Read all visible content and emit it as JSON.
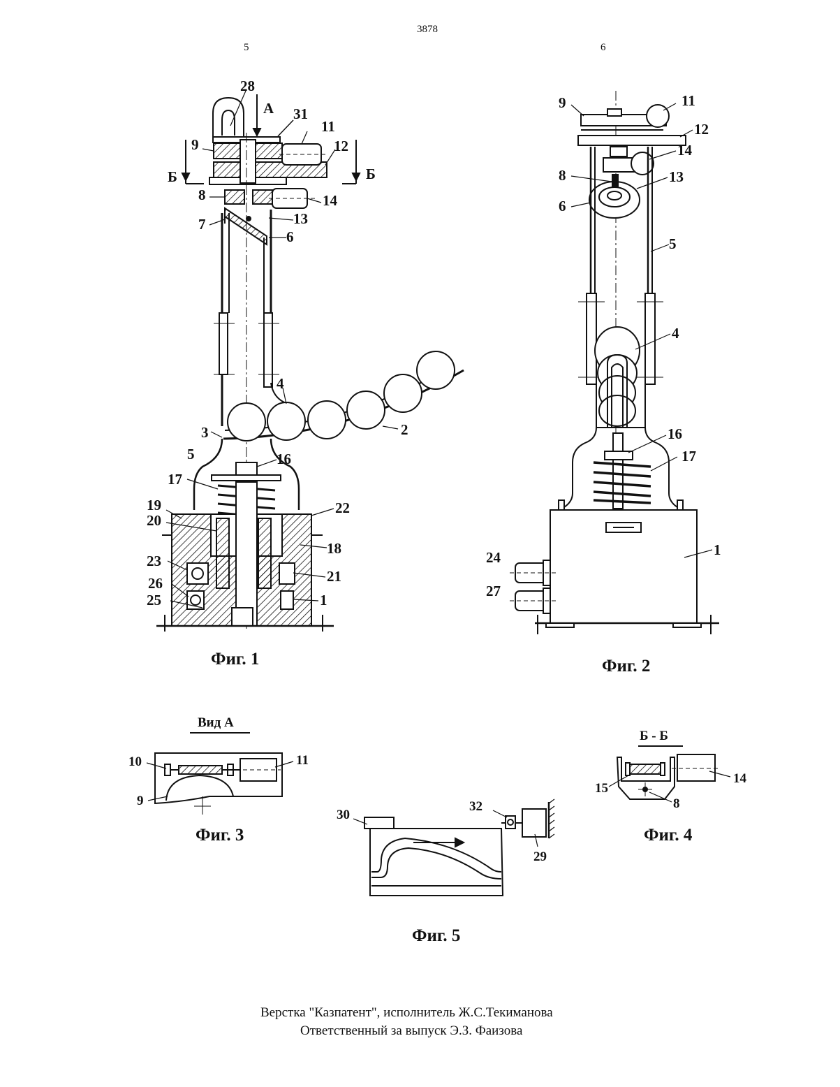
{
  "page": {
    "number": "3878",
    "columns": [
      "5",
      "6"
    ]
  },
  "figures": [
    {
      "id": "fig1",
      "caption": "Фиг. 1",
      "labels": [
        "28",
        "А",
        "31",
        "11",
        "9",
        "12",
        "Б",
        "Б",
        "8",
        "14",
        "7",
        "13",
        "6",
        "4",
        "3",
        "2",
        "5",
        "16",
        "17",
        "19",
        "22",
        "20",
        "18",
        "23",
        "21",
        "26",
        "1",
        "25"
      ]
    },
    {
      "id": "fig2",
      "caption": "Фиг. 2",
      "labels": [
        "9",
        "11",
        "12",
        "14",
        "8",
        "13",
        "6",
        "5",
        "4",
        "16",
        "17",
        "1",
        "24",
        "27"
      ]
    },
    {
      "id": "fig3",
      "caption": "Фиг. 3",
      "title": "Вид А",
      "labels": [
        "10",
        "11",
        "9"
      ]
    },
    {
      "id": "fig4",
      "caption": "Фиг. 4",
      "title": "Б - Б",
      "labels": [
        "15",
        "14",
        "8"
      ]
    },
    {
      "id": "fig5",
      "caption": "Фиг. 5",
      "labels": [
        "30",
        "32",
        "29"
      ]
    }
  ],
  "footer": {
    "line1": "Верстка \"Казпатент\", исполнитель  Ж.С.Текиманова",
    "line2": "Ответственный за выпуск Э.З. Фаизова"
  }
}
